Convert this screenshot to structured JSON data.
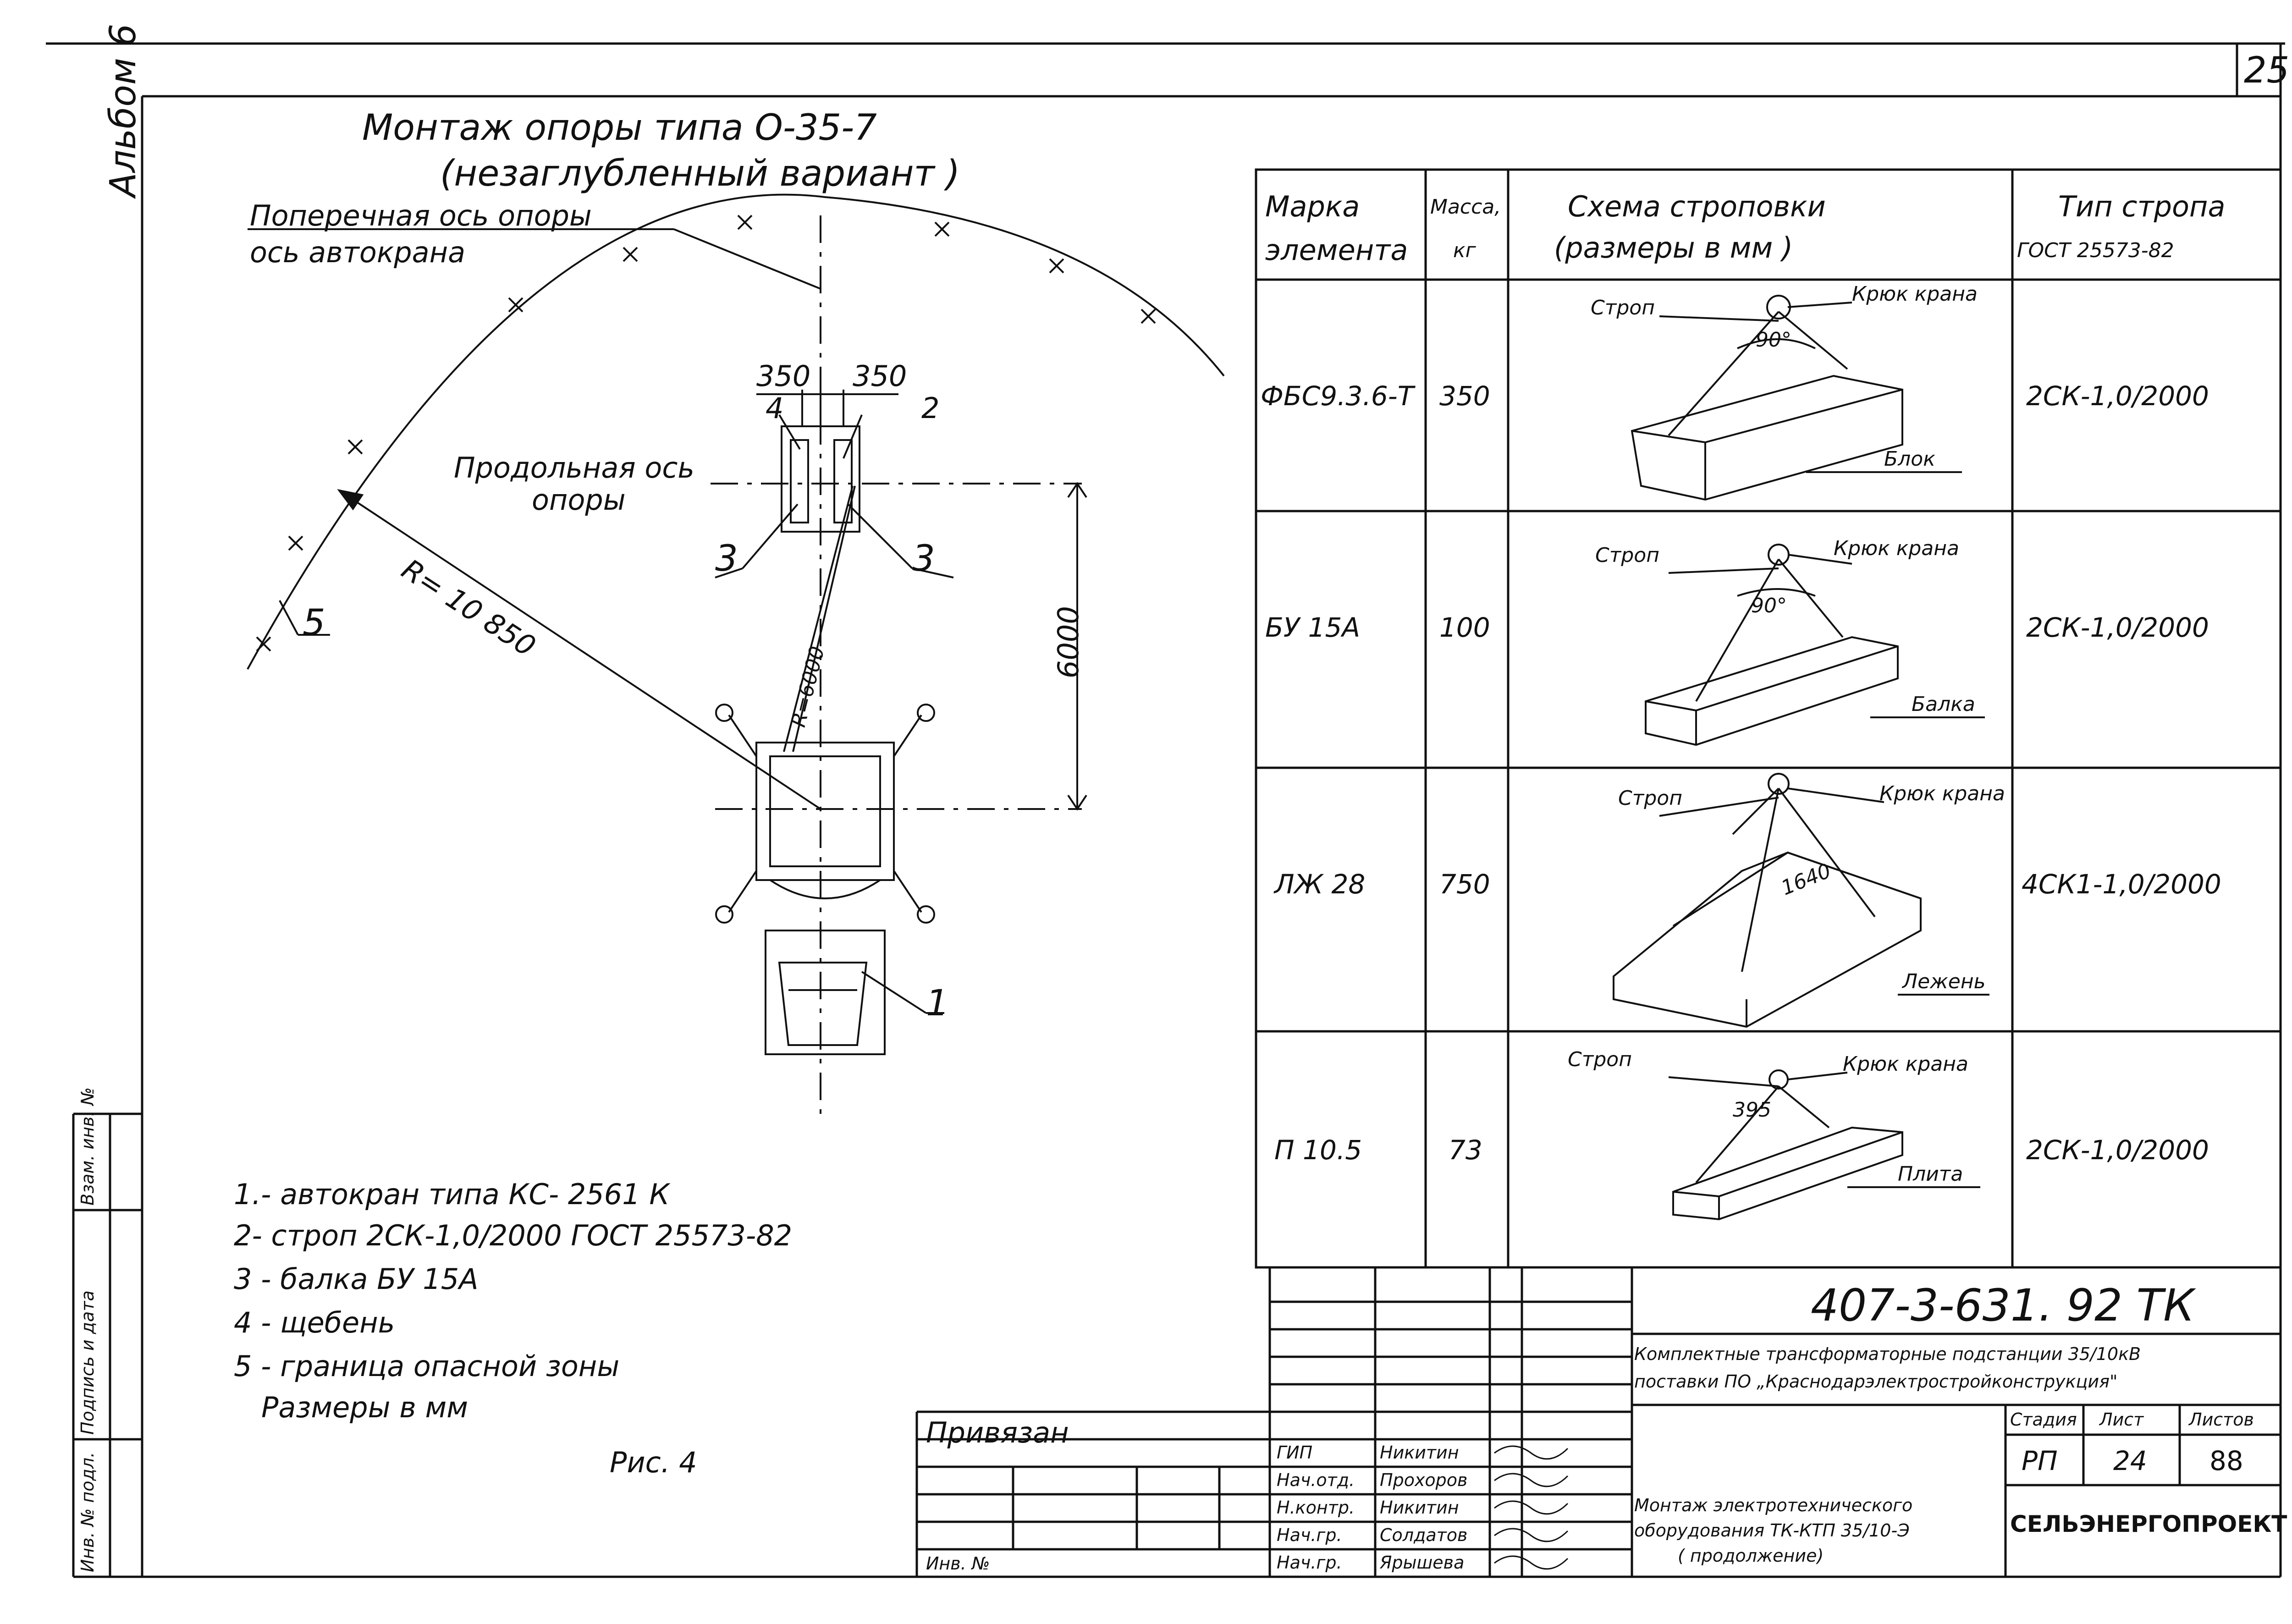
{
  "sheet_number": "25",
  "album_label": "Альбом 6",
  "drawing": {
    "title_line1": "Монтаж опоры типа О-35-7",
    "title_line2": "(незаглубленный вариант )",
    "label_transverse_axis": "Поперечная ось опоры",
    "label_crane_axis": "ось автокрана",
    "label_longitudinal_axis": "Продольная ось",
    "label_longitudinal_axis2": "опоры",
    "dim_left": "350",
    "dim_right": "350",
    "callout_4": "4",
    "callout_2": "2",
    "callout_3a": "3",
    "callout_3b": "3",
    "callout_5": "5",
    "callout_1": "1",
    "radius_big": "R= 10 850",
    "radius_small": "R=6000",
    "dim_6000": "6000"
  },
  "legend": {
    "items": [
      "1.- автокран типа КС- 2561 К",
      "2- строп 2СК-1,0/2000 ГОСТ 25573-82",
      "3 - балка БУ 15А",
      "4 - щебень",
      "5 - граница опасной зоны"
    ],
    "units": "Размеры в мм",
    "figure": "Рис. 4"
  },
  "table": {
    "headers": {
      "mark_1": "Марка",
      "mark_2": "элемента",
      "mass_1": "Масса,",
      "mass_2": "кг",
      "scheme_1": "Схема строповки",
      "scheme_2": "(размеры в мм )",
      "sling_1": "Тип стропа",
      "sling_2": "ГОСТ 25573-82"
    },
    "rows": [
      {
        "mark": "ФБС9.3.6-Т",
        "mass": "350",
        "sling_type": "2СК-1,0/2000",
        "label_strop": "Строп",
        "label_hook": "Крюк крана",
        "angle": "90°",
        "element": "Блок"
      },
      {
        "mark": "БУ 15А",
        "mass": "100",
        "sling_type": "2СК-1,0/2000",
        "label_strop": "Строп",
        "label_hook": "Крюк крана",
        "angle": "90°",
        "element": "Балка"
      },
      {
        "mark": "ЛЖ 28",
        "mass": "750",
        "sling_type": "4СК1-1,0/2000",
        "label_strop": "Строп",
        "label_hook": "Крюк крана",
        "angle": "1640",
        "element": "Лежень"
      },
      {
        "mark": "П 10.5",
        "mass": "73",
        "sling_type": "2СК-1,0/2000",
        "label_strop": "Строп",
        "label_hook": "Крюк крана",
        "angle": "395",
        "element": "Плита"
      }
    ]
  },
  "side_stamp": {
    "cells": [
      "Инв. № подл.",
      "Подпись и дата",
      "Взам. инв. №"
    ]
  },
  "title_block": {
    "code": "407-3-631. 92 ТК",
    "description_1": "Комплектные трансформаторные подстанции 35/10кВ",
    "description_2": "поставки ПО „Краснодарэлектростройконструкция\"",
    "stage_header": "Стадия",
    "sheet_header": "Лист",
    "sheets_header": "Листов",
    "stage": "РП",
    "sheet": "24",
    "sheets": "88",
    "drawing_name_1": "Монтаж электротехнического",
    "drawing_name_2": "оборудования ТК-КТП 35/10-Э",
    "drawing_name_3": "( продолжение)",
    "organization": "СЕЛЬЭНЕРГОПРОЕКТ",
    "signers": [
      {
        "role": "ГИП",
        "name": "Никитин"
      },
      {
        "role": "Нач.отд.",
        "name": "Прохоров"
      },
      {
        "role": "Н.контр.",
        "name": "Никитин"
      },
      {
        "role": "Нач.гр.",
        "name": "Солдатов"
      },
      {
        "role": "Нач.гр.",
        "name": "Ярышева"
      }
    ],
    "bound_label": "Привязан",
    "inv_label": "Инв. №"
  }
}
